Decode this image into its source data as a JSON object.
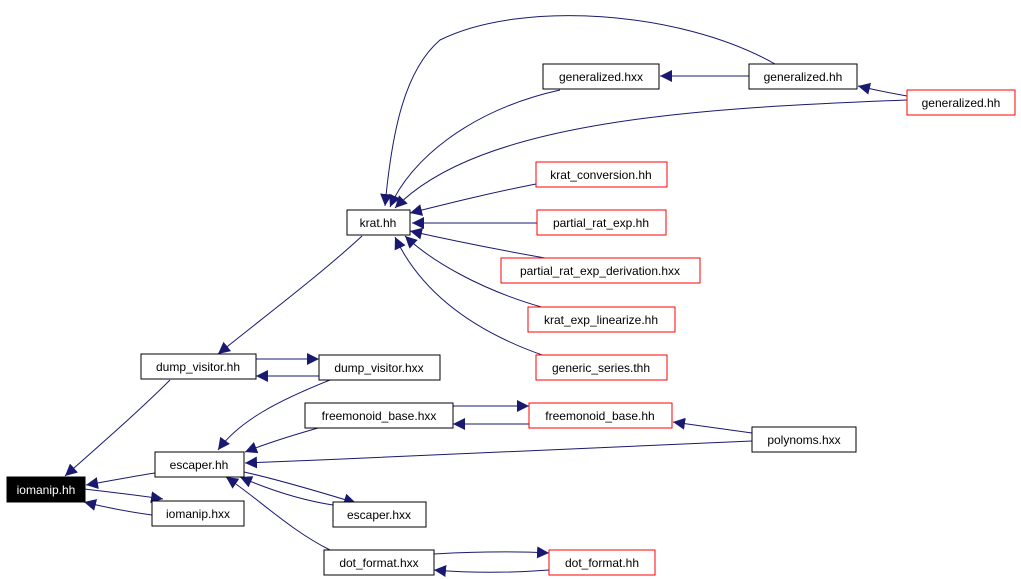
{
  "graph": {
    "colors": {
      "edge": "#191970",
      "border_normal": "#000000",
      "border_truncated": "#ff0000",
      "root_fill": "#000000",
      "root_text": "#ffffff"
    },
    "nodes": {
      "iomanip_hh": "iomanip.hh",
      "dump_visitor_hh": "dump_visitor.hh",
      "dump_visitor_hxx": "dump_visitor.hxx",
      "krat_hh": "krat.hh",
      "generalized_hxx": "generalized.hxx",
      "generalized_hh": "generalized.hh",
      "generalized_hh_2": "generalized.hh",
      "krat_conversion_hh": "krat_conversion.hh",
      "partial_rat_exp_hh": "partial_rat_exp.hh",
      "partial_rat_exp_derivation_hxx": "partial_rat_exp_derivation.hxx",
      "krat_exp_linearize_hh": "krat_exp_linearize.hh",
      "generic_series_thh": "generic_series.thh",
      "freemonoid_base_hxx": "freemonoid_base.hxx",
      "freemonoid_base_hh": "freemonoid_base.hh",
      "polynoms_hxx": "polynoms.hxx",
      "escaper_hh": "escaper.hh",
      "iomanip_hxx": "iomanip.hxx",
      "escaper_hxx": "escaper.hxx",
      "dot_format_hxx": "dot_format.hxx",
      "dot_format_hh": "dot_format.hh"
    }
  }
}
